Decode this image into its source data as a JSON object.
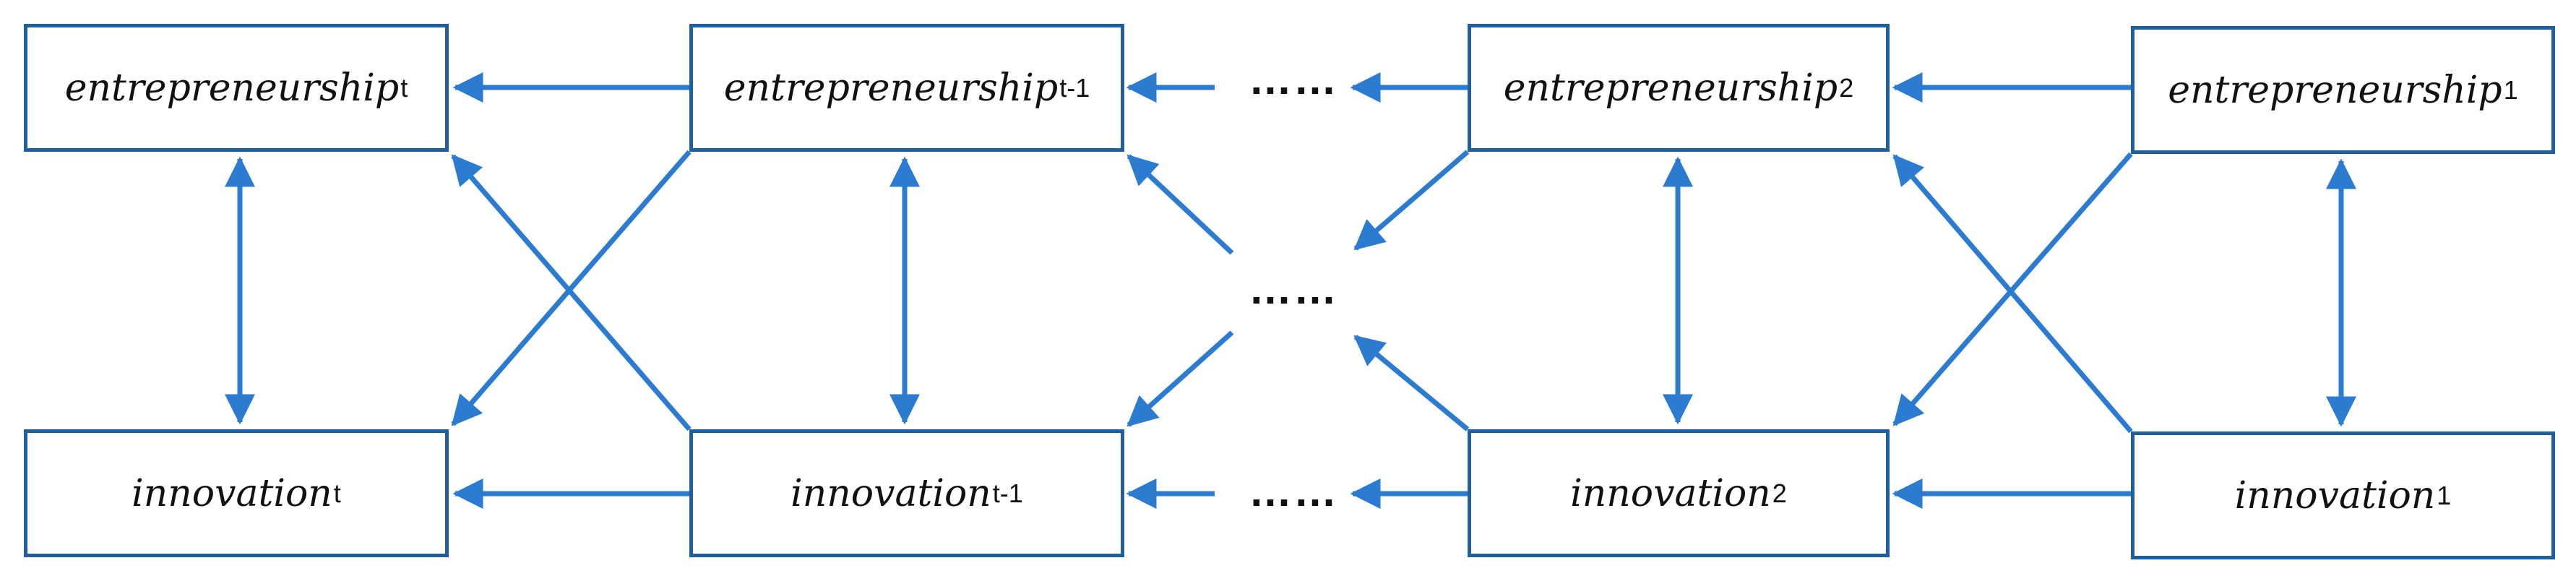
{
  "colors": {
    "arrow": "#2b7bd0",
    "box_border": "#1f5f9e",
    "text": "#111111"
  },
  "nodes": {
    "ent_t": {
      "name": "entrepreneurship",
      "sub": "t"
    },
    "ent_tm1": {
      "name": "entrepreneurship",
      "sub": "t-1"
    },
    "ent_2": {
      "name": "entrepreneurship",
      "sub": "2"
    },
    "ent_1": {
      "name": "entrepreneurship",
      "sub": "1"
    },
    "inn_t": {
      "name": "innovation",
      "sub": "t"
    },
    "inn_tm1": {
      "name": "innovation",
      "sub": "t-1"
    },
    "inn_2": {
      "name": "innovation",
      "sub": "2"
    },
    "inn_1": {
      "name": "innovation",
      "sub": "1"
    }
  },
  "ellipsis": "……"
}
